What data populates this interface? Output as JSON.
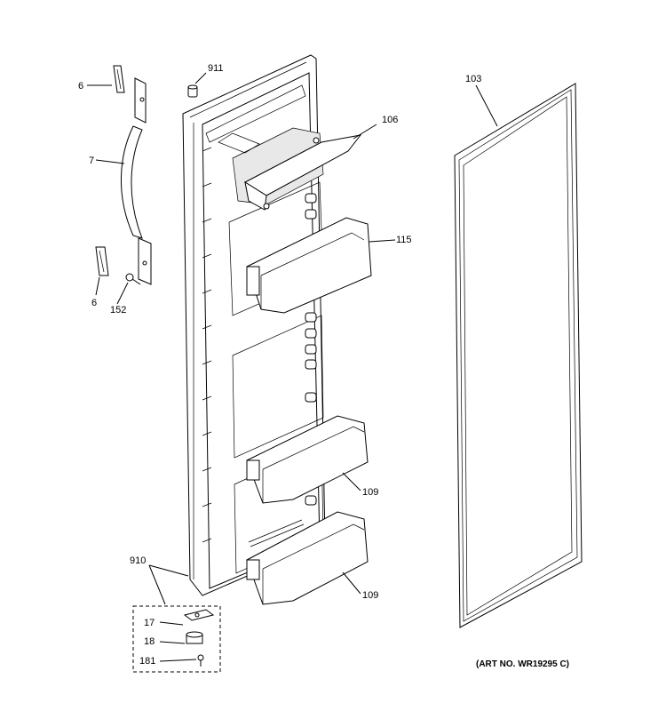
{
  "callouts": {
    "c911": "911",
    "c106": "106",
    "c103": "103",
    "c6_top": "6",
    "c7": "7",
    "c115": "115",
    "c6_bottom": "6",
    "c152": "152",
    "c109_upper": "109",
    "c109_lower": "109",
    "c910": "910",
    "c17": "17",
    "c18": "18",
    "c181": "181"
  },
  "art_number": "(ART NO. WR19295 C)",
  "colors": {
    "line": "#000000",
    "background": "#ffffff",
    "shade": "#e8e8e8"
  }
}
